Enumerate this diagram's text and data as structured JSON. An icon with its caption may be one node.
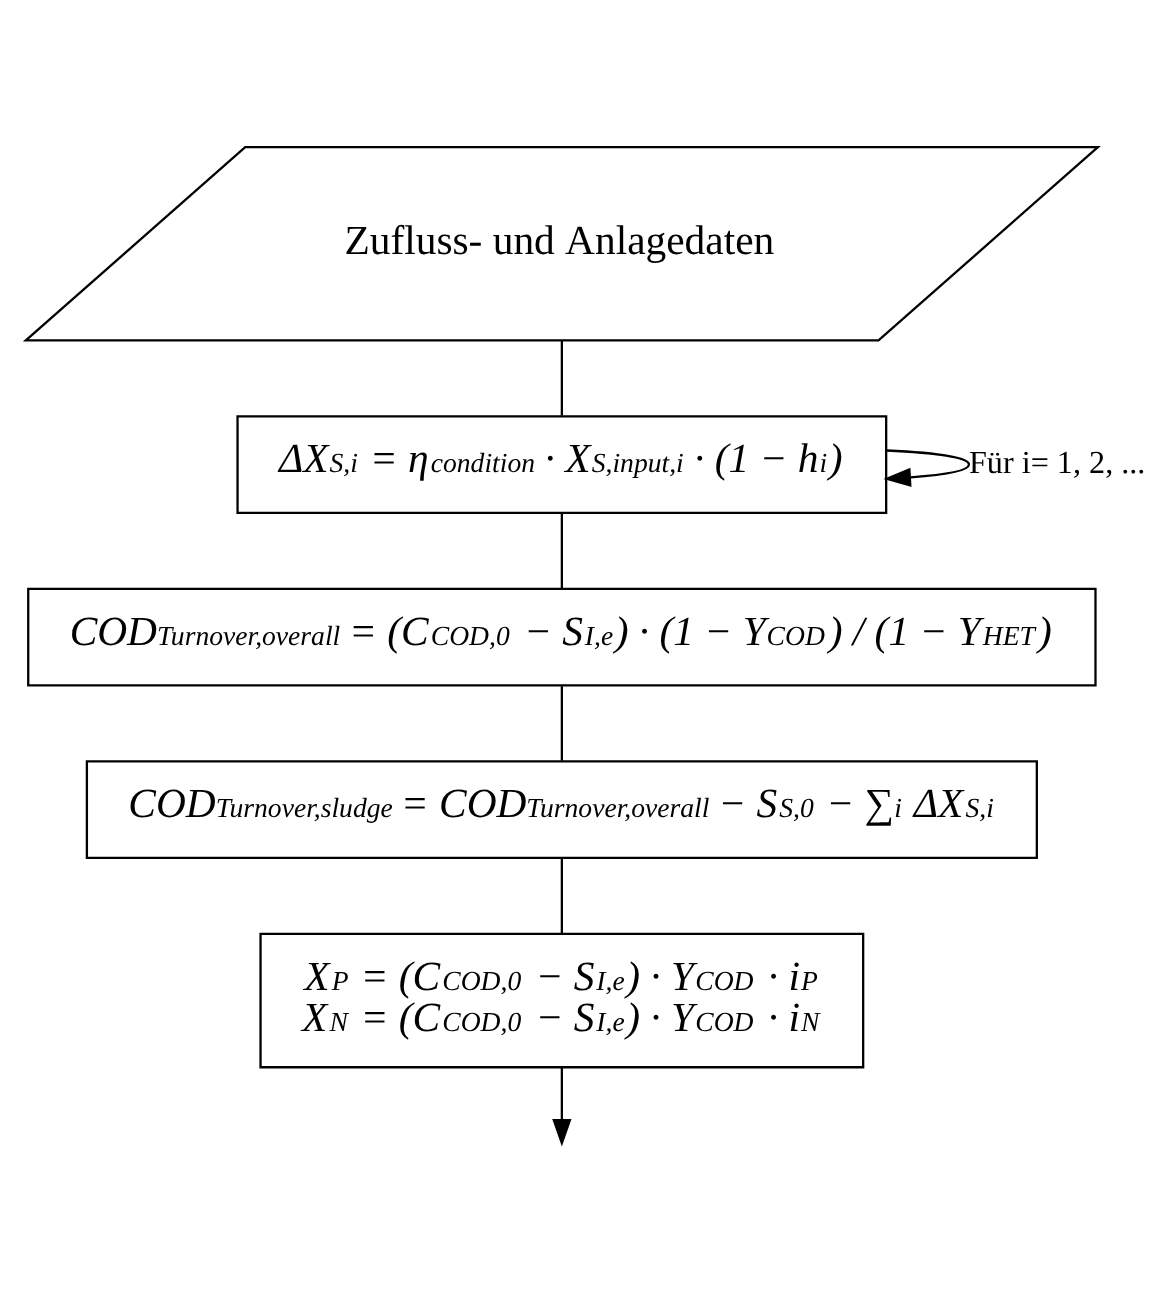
{
  "diagram": {
    "nodes": [
      {
        "text": [
          "Zufluss- und Anlagedaten"
        ]
      },
      {
        "text": [
          "ΔX$_{S,i}$ = η$_{condition}$ · X$_{S,input,i}$ · (1 − h$_{i}$)"
        ]
      },
      {
        "text": [
          "COD$_{Turnover,overall}$ = (C$_{COD,0}$ − S$_{I,e}$) · (1 − Y$_{COD}$) / (1 − Y$_{HET}$)"
        ]
      },
      {
        "text": [
          "COD$_{Turnover,sludge}$ = COD$_{Turnover,overall}$ − S$_{S,0}$ − ∑$_{i}$ ΔX$_{S,i}$"
        ]
      },
      {
        "text": [
          "X$_{P}$ = (C$_{COD,0}$ − S$_{I,e}$) · Y$_{COD}$ · i$_{P}$",
          "X$_{N}$ = (C$_{COD,0}$ − S$_{I,e}$) · Y$_{COD}$ · i$_{N}$"
        ]
      }
    ],
    "edges": [
      {
        "from": 0,
        "to": 1,
        "arrow": "none"
      },
      {
        "from": 1,
        "to": 1,
        "arrow": "to",
        "label": "Für i= 1, 2, ..."
      },
      {
        "from": 1,
        "to": 2,
        "arrow": "none"
      },
      {
        "from": 2,
        "to": 3,
        "arrow": "none"
      },
      {
        "from": 3,
        "to": 4,
        "arrow": "none"
      },
      {
        "from": 4,
        "to": null,
        "arrow": "to"
      }
    ]
  }
}
